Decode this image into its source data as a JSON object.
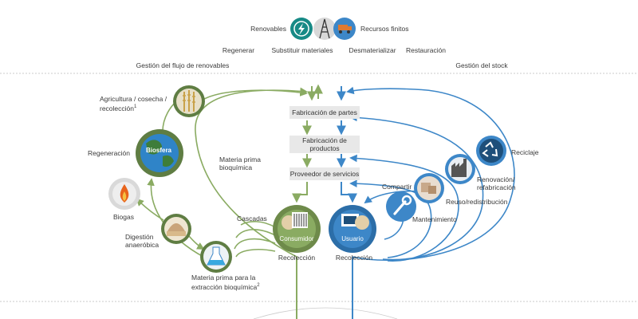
{
  "legend": {
    "renovables": "Renovables",
    "recursos_finitos": "Recursos finitos",
    "icons": [
      "lightning-bolt-icon",
      "oil-derrick-icon",
      "mining-truck-icon"
    ]
  },
  "principles": [
    "Regenerar",
    "Substituir materiales",
    "Desmaterializar",
    "Restauración"
  ],
  "headers": {
    "left": "Gestión del flujo de renovables",
    "right": "Gestión del stock"
  },
  "center_steps": [
    "Fabricación de partes",
    "Fabricación de productos",
    "Proveedor de servicios"
  ],
  "biological": {
    "agricultura": "Agricultura / cosecha / recolección",
    "agricultura_note": "1",
    "regeneracion": "Regeneración",
    "biosfera": "Biosfera",
    "biogas": "Biogas",
    "digestion": "Digestión anaeróbica",
    "materia_prima_extraccion": "Materia prima para la extracción bioquímica",
    "materia_prima_extraccion_note": "2",
    "materia_prima_bioquimica": "Materia prima bioquímica",
    "cascadas": "Cascadas",
    "consumidor": "Consumidor",
    "recoleccion": "Recolección"
  },
  "technical": {
    "usuario": "Usuario",
    "recoleccion": "Recolección",
    "compartir": "Compartir",
    "mantenimiento": "Mantenimiento",
    "reuso": "Reuso/redistribución",
    "renovacion": "Renovación/ refabricación",
    "reciclaje": "Reciclaje"
  },
  "colors": {
    "green": "#8aab62",
    "dark_green": "#5f7d43",
    "blue": "#3d87c8",
    "teal": "#178a86",
    "grey_box": "#e8e8e8"
  }
}
